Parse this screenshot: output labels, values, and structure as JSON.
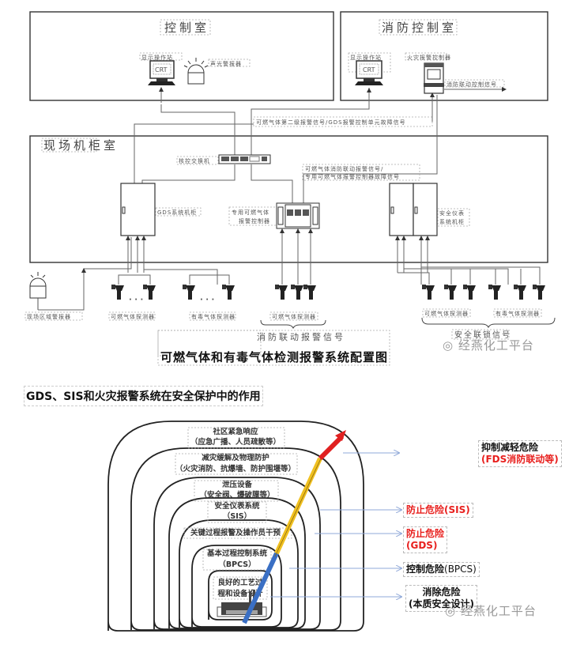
{
  "diagram1": {
    "title": "可燃气体和有毒气体检测报警系统配置图",
    "rooms": {
      "control_room": "控制室",
      "fire_control_room": "消防控制室",
      "field_cabinet_room": "现场机柜室"
    },
    "control_room": {
      "display_station": "显示操作站",
      "crt": "CRT",
      "audible_visual_alarm": "声光警报器"
    },
    "fire_control_room": {
      "display_station": "显示操作站",
      "crt": "CRT",
      "fire_alarm_controller": "火灾报警控制器",
      "fire_linkage_control_signal": "消防联动控制信号"
    },
    "signals": {
      "level2_alarm": "可燃气体第二级报警信号/GDS报警控制单元故障信号",
      "fire_linkage_alarm_line1": "可燃气体消防联动报警信号/",
      "fire_linkage_alarm_line2": "专用可燃气体报警控制器故障信号",
      "fire_linkage_signal": "消防联动报警信号",
      "safety_interlock_signal": "安全联锁信号"
    },
    "cabinet_room": {
      "switch": "核控交换机",
      "gds_cabinet": "GDS系统机柜",
      "dedicated_controller_line1": "专用可燃气体",
      "dedicated_controller_line2": "报警控制器",
      "sis_cabinet_line1": "安全仪表",
      "sis_cabinet_line2": "系统机柜"
    },
    "field": {
      "area_alarm": "现场区域警报器",
      "combustible_detector": "可燃气体探测器",
      "toxic_detector": "有毒气体探测器",
      "ellipsis": "· · ·"
    }
  },
  "diagram2": {
    "title": "GDS、SIS和火灾报警系统在安全保护中的作用",
    "layers": [
      {
        "line1": "社区紧急响应",
        "line2": "（应急广播、人员疏散等）"
      },
      {
        "line1": "减灾缓解及物理防护",
        "line2": "（火灾消防、抗爆墙、防护围堰等）"
      },
      {
        "line1": "泄压设备",
        "line2": "（安全阀、爆破膜等）"
      },
      {
        "line1": "安全仪表系统",
        "line2": "（SIS）"
      },
      {
        "line1": "关键过程报警及操作员干预",
        "line2": ""
      },
      {
        "line1": "基本过程控制系统",
        "line2": "（BPCS）"
      },
      {
        "line1": "良好的工艺过",
        "line2": "程和设备设计"
      }
    ],
    "outcomes": [
      {
        "line1": "抑制减轻危险",
        "line2": "(FDS消防联动等)"
      },
      {
        "line1": "防止危险(SIS)",
        "line2": ""
      },
      {
        "line1": "防止危险",
        "line2": "(GDS)"
      },
      {
        "line1": "控制危险",
        "line2": "(BPCS)"
      },
      {
        "line1": "消除危险",
        "line2": "(本质安全设计)"
      }
    ],
    "colors": {
      "arrow_red": "#e02020",
      "arrow_yellow": "#f0c020",
      "arrow_blue": "#3a6fc4",
      "text_red": "#e8201e",
      "pointer_blue": "#8fa8d8"
    }
  },
  "watermark": "经燕化工平台"
}
